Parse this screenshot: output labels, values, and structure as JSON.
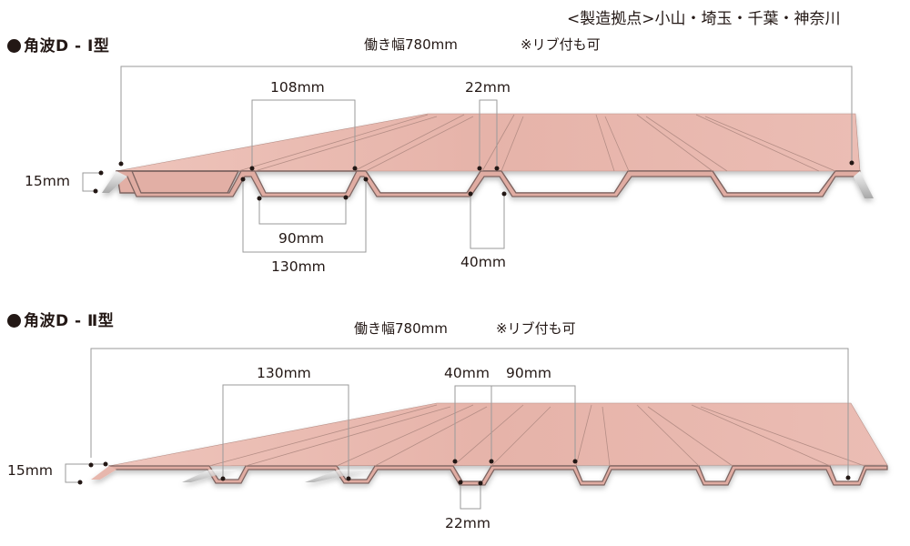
{
  "header": {
    "factories": "<製造拠点>小山・埼玉・千葉・神奈川"
  },
  "colors": {
    "panel_fill": "#e8b9b0",
    "panel_shade": "#d9a59c",
    "panel_edge": "#8a6a66",
    "dimension_line": "#9a9a9a",
    "text": "#231815"
  },
  "sections": [
    {
      "title": "角波D - Ⅰ型",
      "working_width": "働き幅780mm",
      "rib_note": "※リブ付も可",
      "dimensions": {
        "height": "15mm",
        "top_pitch": "108mm",
        "rib_top": "22mm",
        "valley_bottom": "90mm",
        "valley_pitch": "130mm",
        "rib_bottom": "40mm"
      }
    },
    {
      "title": "角波D - Ⅱ型",
      "working_width": "働き幅780mm",
      "rib_note": "※リブ付も可",
      "dimensions": {
        "height": "15mm",
        "valley_pitch": "130mm",
        "rib_top": "40mm",
        "flat_width": "90mm",
        "rib_bottom": "22mm"
      }
    }
  ]
}
